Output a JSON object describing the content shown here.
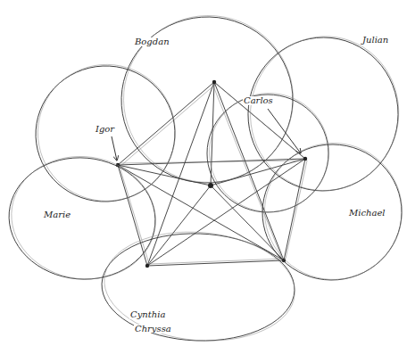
{
  "diagram": {
    "nodes": [
      {
        "text": [
          "Bogdan"
        ]
      },
      {
        "text": [
          "Julian"
        ]
      },
      {
        "text": [
          "Carlos"
        ]
      },
      {
        "text": [
          "Igor"
        ]
      },
      {
        "text": [
          "Marie"
        ]
      },
      {
        "text": [
          "Michael"
        ]
      },
      {
        "text": [
          "Cynthia",
          "Chryssa"
        ]
      }
    ]
  }
}
